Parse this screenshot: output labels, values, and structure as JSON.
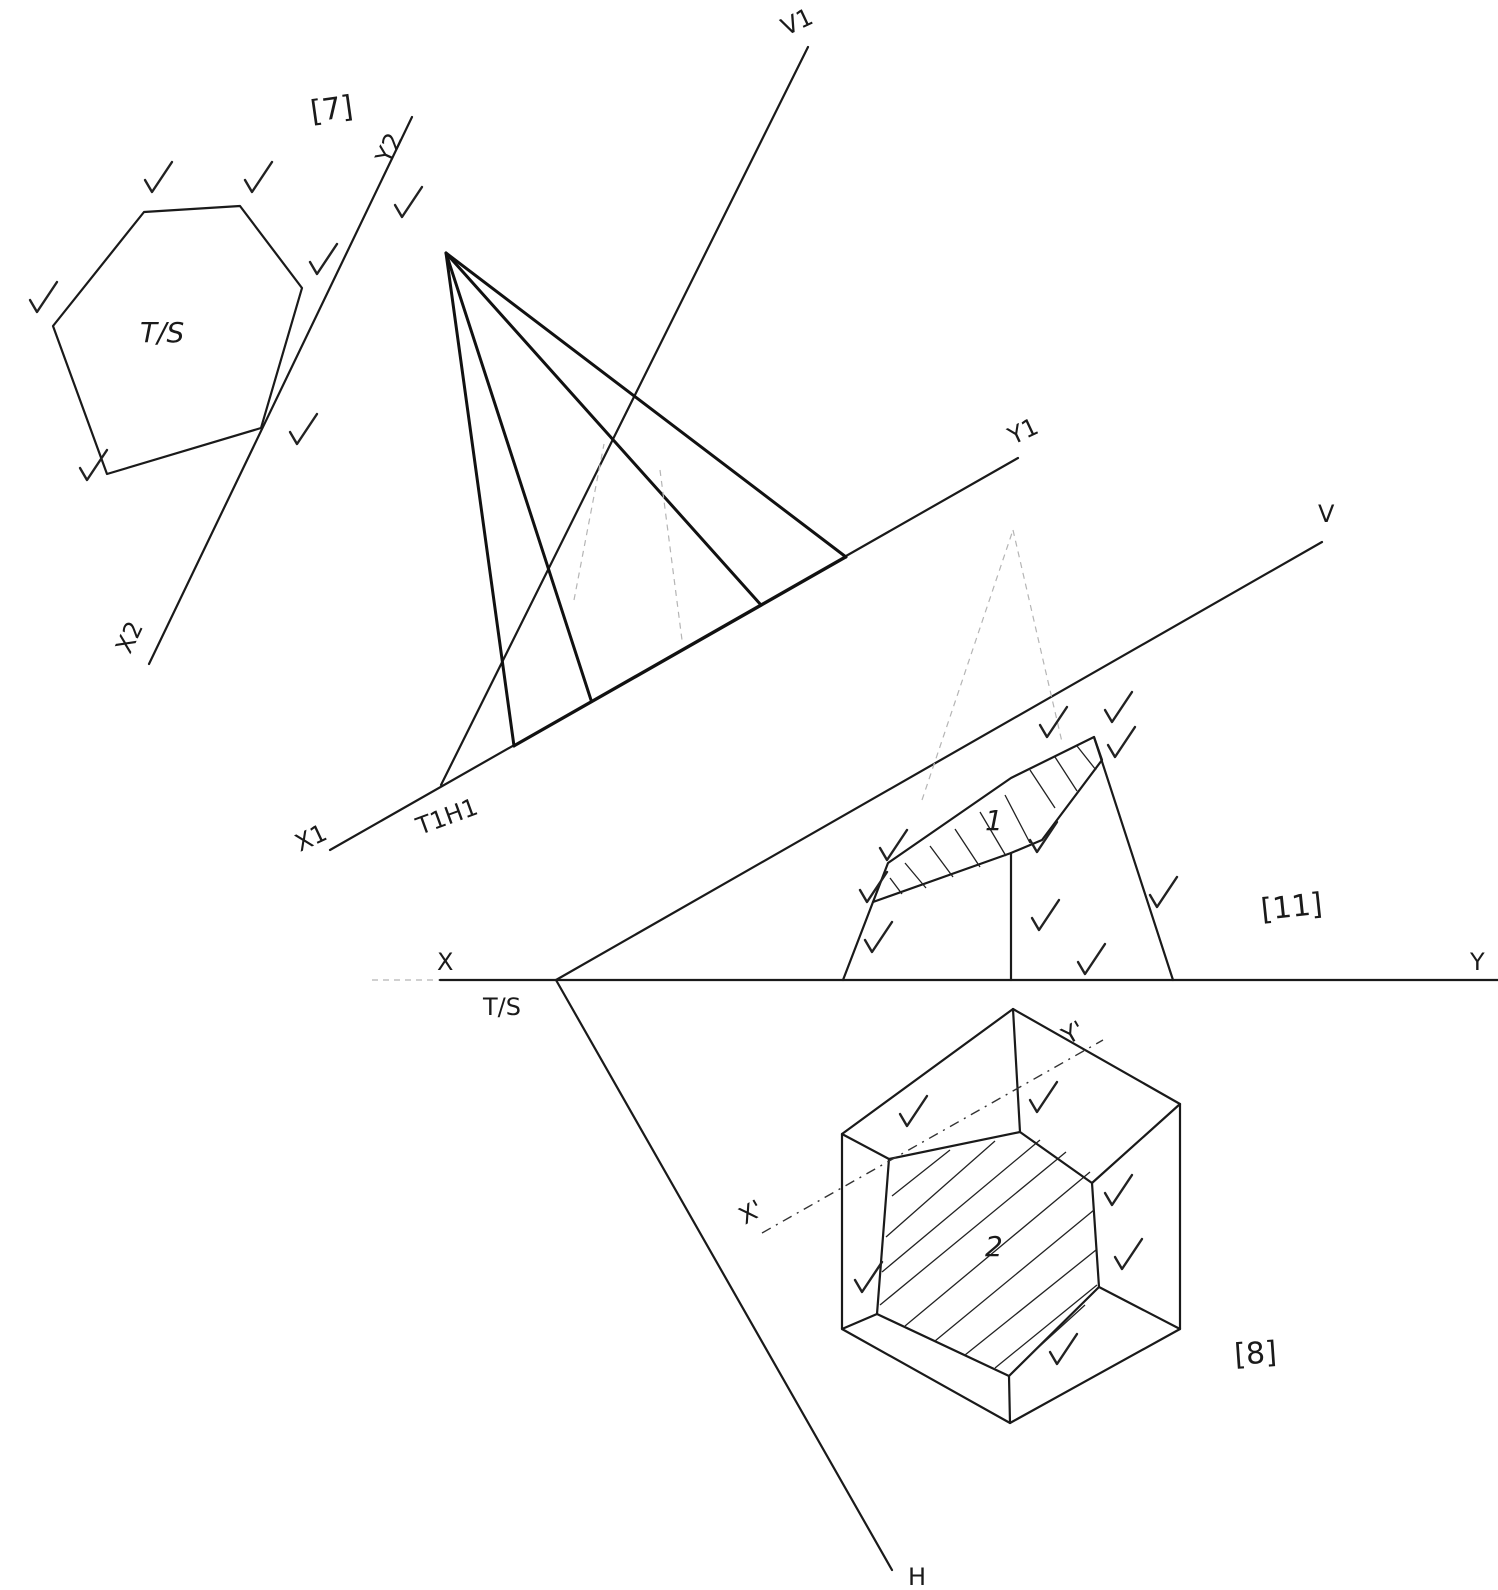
{
  "drawing": {
    "labels": {
      "x": "X",
      "y": "Y",
      "v": "V",
      "h": "H",
      "ts_main": "T/S",
      "x1": "X1",
      "y1": "Y1",
      "t1h1": "T1H1",
      "v1": "V1",
      "x2": "X2",
      "y2": "Y2",
      "ts_aux": "T/S",
      "xp": "X'",
      "yp": "Y'",
      "area1": "1",
      "area2": "2"
    },
    "marks": {
      "m7": "[7]",
      "m11": "[11]",
      "m8": "[8]"
    },
    "colors": {
      "ink": "#1a1a1a",
      "construction": "#b5b5b5",
      "paper": "#ffffff"
    },
    "icons": {
      "tick": "check-mark-icon"
    }
  }
}
